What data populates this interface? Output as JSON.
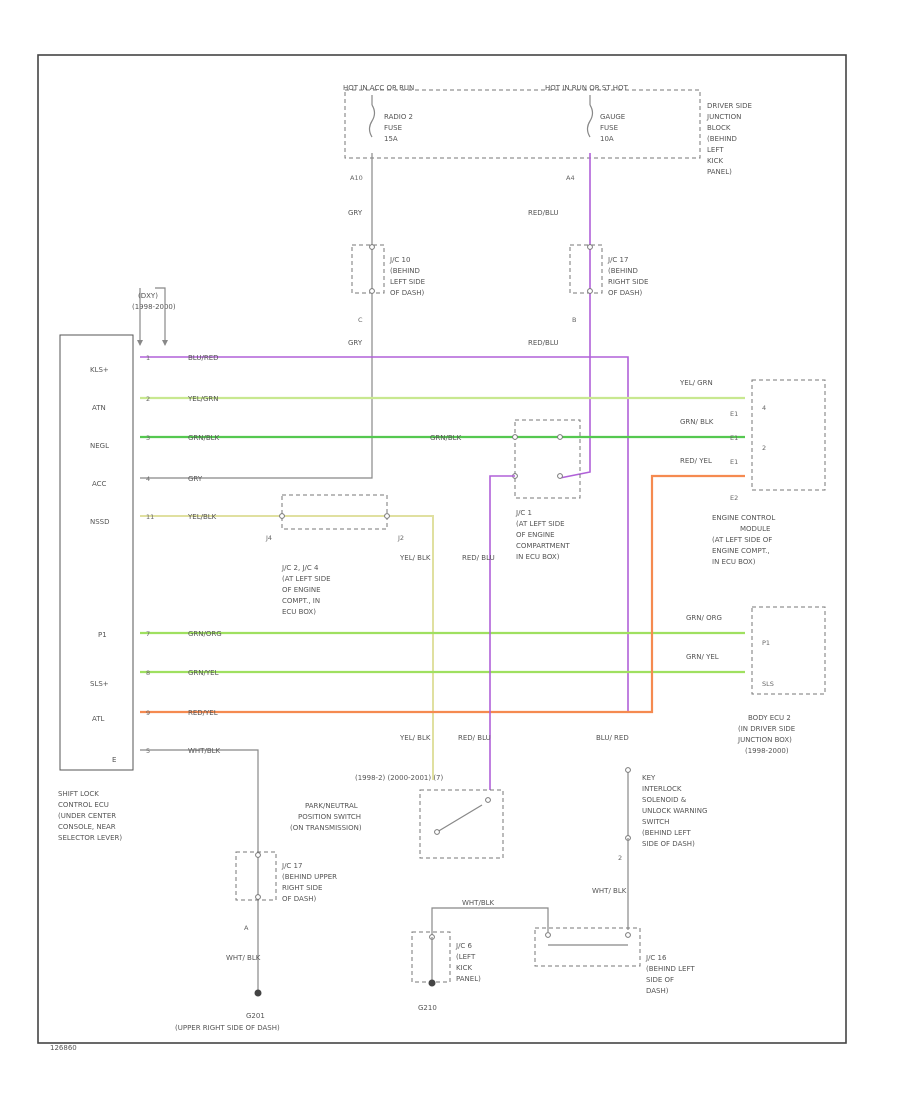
{
  "colors": {
    "violet": "#b061d8",
    "yellow_green": "#c8e890",
    "green": "#55c850",
    "green_yellow": "#9fe060",
    "red_yellow": "#f58a50",
    "gray": "#888888",
    "yellow_wire": "#e0e0a0"
  },
  "power": {
    "left_hot": "HOT IN ACC OR RUN",
    "right_hot": "HOT IN RUN OR ST HOT",
    "radio_fuse": [
      "RADIO 2",
      "FUSE",
      "15A"
    ],
    "gauge_fuse": [
      "GAUGE",
      "FUSE",
      "10A"
    ],
    "driver_jb": [
      "DRIVER SIDE",
      "JUNCTION",
      "BLOCK",
      "(BEHIND",
      "LEFT",
      "KICK",
      "PANEL)"
    ],
    "left_pin": "A10",
    "right_pin": "A4"
  },
  "wires": {
    "gry_top": "GRY",
    "redblu_top": "RED/BLU",
    "gry_mid": "GRY",
    "redblu_mid": "RED/BLU",
    "pin_c": "C",
    "pin_b": "B",
    "jc10": [
      "J/C 10",
      "(BEHIND",
      "LEFT SIDE",
      "OF DASH)"
    ],
    "jc17": [
      "J/C 17",
      "(BEHIND",
      "RIGHT SIDE",
      "OF DASH)"
    ]
  },
  "ecu": {
    "label_top": [
      "(DXY)",
      "(1998-2000)"
    ],
    "pins": [
      "KLS+",
      "ATN",
      "NEGL",
      "ACC",
      "NSSD",
      "P1",
      "SLS+",
      "ATL",
      "E"
    ],
    "pin_nums": [
      "1",
      "2",
      "3",
      "4",
      "11",
      "7",
      "8",
      "9",
      "5"
    ],
    "wire_labels": [
      "BLU/RED",
      "YEL/GRN",
      "GRN/BLK",
      "GRY",
      "YEL/BLK",
      "GRN/ORG",
      "GRN/YEL",
      "RED/YEL",
      "WHT/BLK"
    ],
    "desc": [
      "SHIFT LOCK",
      "CONTROL ECU",
      "(UNDER CENTER",
      "CONSOLE, NEAR",
      "SELECTOR LEVER)"
    ]
  },
  "jc_mid": {
    "grnblk": "GRN/BLK",
    "jc1": [
      "J/C 1",
      "(AT LEFT SIDE",
      "OF ENGINE",
      "COMPARTMENT",
      "IN ECU BOX)"
    ],
    "jc2": [
      "J/C 2, J/C 4",
      "(AT LEFT SIDE",
      "OF ENGINE",
      "COMPT., IN",
      "ECU BOX)"
    ],
    "pin_j4": "J4",
    "pin_j2": "J2",
    "yelblk": "YEL/ BLK",
    "redblu": "RED/ BLU"
  },
  "engine": {
    "wire1": "YEL/ GRN",
    "wire2": "GRN/ BLK",
    "wire3": "RED/ YEL",
    "pins": [
      "E1",
      "E1",
      "E1",
      "E2"
    ],
    "inner": [
      "4",
      "2"
    ],
    "desc": [
      "ENGINE CONTROL",
      "MODULE",
      "(AT LEFT SIDE OF",
      "ENGINE COMPT.,",
      "IN ECU BOX)"
    ]
  },
  "body_ecu": {
    "wire1": "GRN/ ORG",
    "wire2": "GRN/ YEL",
    "pin": "P1",
    "inner": "SLS",
    "desc": [
      "BODY ECU 2",
      "(IN DRIVER SIDE",
      "JUNCTION BOX)",
      "(1998-2000)"
    ]
  },
  "pnp": {
    "yelblk": "YEL/ BLK",
    "redblu": "RED/ BLU",
    "years": "(1998-2) (2000-2001) (7)",
    "desc": [
      "PARK/NEUTRAL",
      "POSITION SWITCH",
      "(ON TRANSMISSION)"
    ]
  },
  "key": {
    "wire": "BLU/ RED",
    "desc": [
      "KEY",
      "INTERLOCK",
      "SOLENOID &",
      "UNLOCK WARNING",
      "SWITCH",
      "(BEHIND LEFT",
      "SIDE OF DASH)"
    ],
    "wire_low": "WHT/ BLK",
    "pin": "2"
  },
  "ground": {
    "jc17b": [
      "J/C 17",
      "(BEHIND UPPER",
      "RIGHT SIDE",
      "OF DASH)"
    ],
    "pin_a": "A",
    "wire": "WHT/ BLK",
    "g201": "G201",
    "g201_desc": "(UPPER RIGHT SIDE OF DASH)",
    "jc6": [
      "J/C 6",
      "(LEFT",
      "KICK",
      "PANEL)"
    ],
    "g210": "G210",
    "whtblk": "WHT/BLK",
    "jc16": [
      "J/C 16",
      "(BEHIND LEFT",
      "SIDE OF",
      "DASH)"
    ]
  },
  "footer": {
    "code": "126860"
  }
}
